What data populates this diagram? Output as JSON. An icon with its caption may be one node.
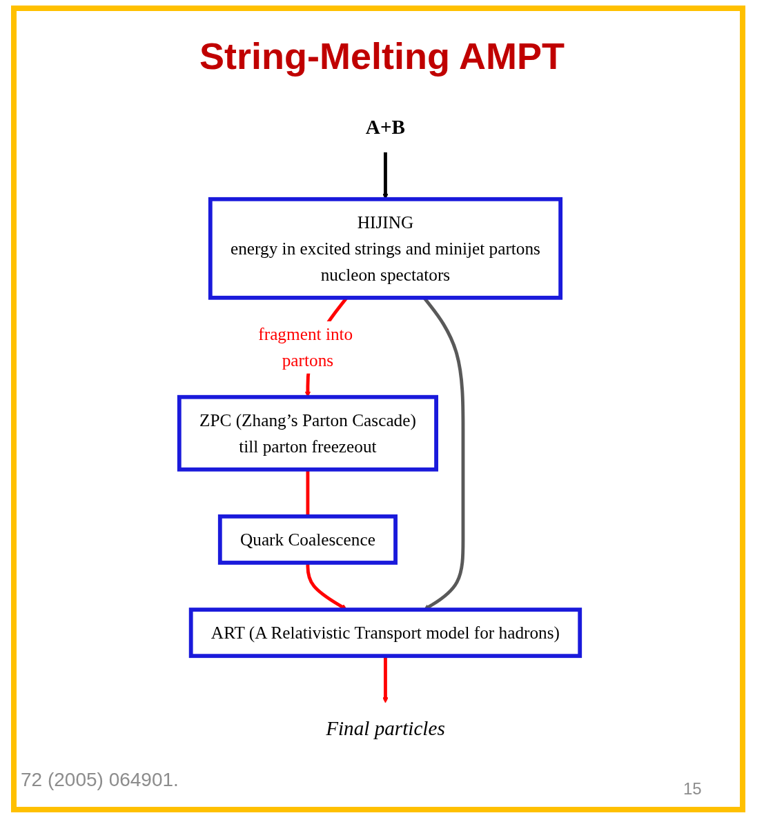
{
  "diagram": {
    "title": "String-Melting AMPT",
    "nodes": [
      {
        "text": [
          "A+B"
        ]
      },
      {
        "text": [
          "HIJING",
          "energy in excited strings and minijet partons",
          "nucleon spectators"
        ]
      },
      {
        "text": [
          "ZPC (Zhang’s Parton Cascade)",
          "till parton freezeout"
        ]
      },
      {
        "text": [
          "Quark Coalescence"
        ]
      },
      {
        "text": [
          "ART (A Relativistic Transport model for hadrons)"
        ]
      },
      {
        "text": [
          "Final particles"
        ]
      }
    ],
    "edges": [
      {
        "from": 0,
        "to": 1,
        "arrow": "to",
        "color": "#000000"
      },
      {
        "from": 1,
        "to": 2,
        "arrow": "to",
        "label": "fragment into partons"
      },
      {
        "from": 2,
        "to": 3,
        "arrow": "none"
      },
      {
        "from": 3,
        "to": 4,
        "arrow": "to"
      },
      {
        "from": 1,
        "to": 4,
        "arrow": "to",
        "color": "#595959"
      },
      {
        "from": 4,
        "to": 5,
        "arrow": "to"
      }
    ],
    "labels": [
      "72 (2005) 064901.",
      "15"
    ]
  }
}
